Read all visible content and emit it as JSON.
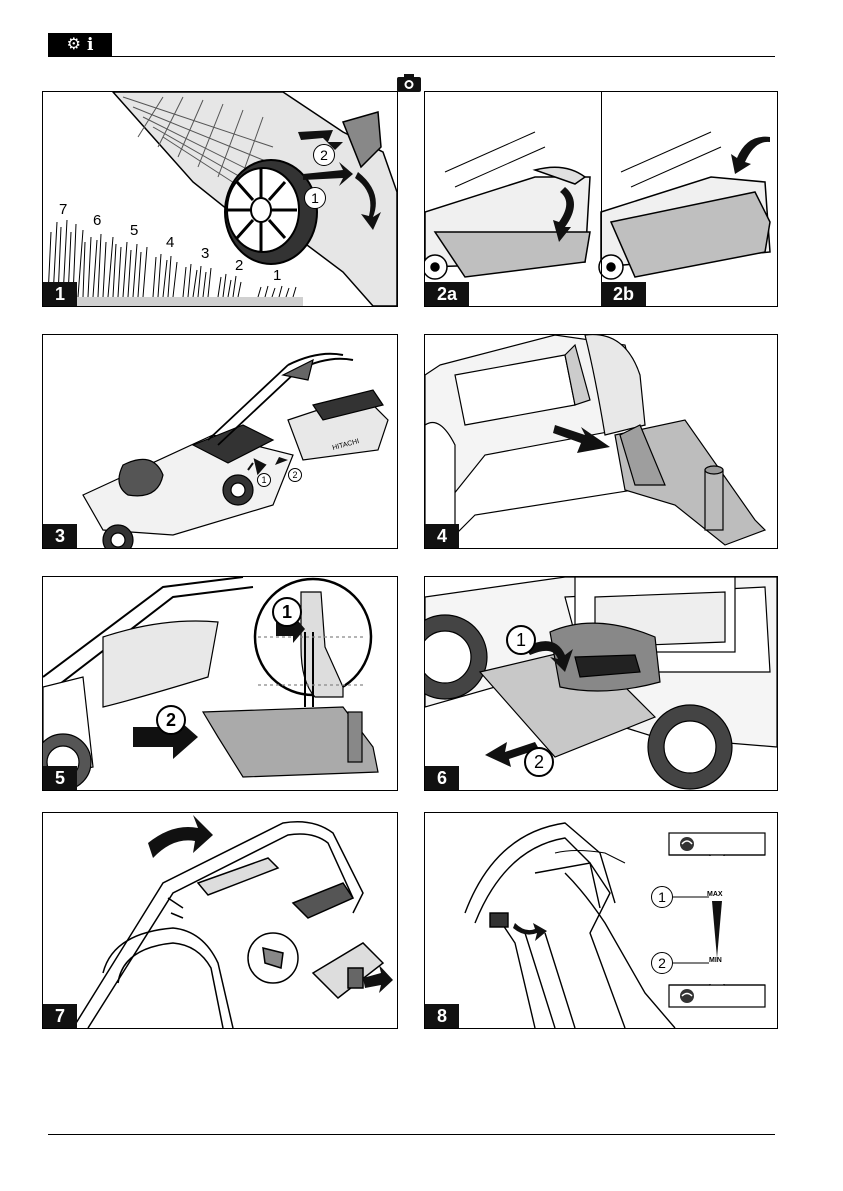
{
  "header": {
    "icons": [
      "gears-icon",
      "info-icon"
    ],
    "info_glyph": "i"
  },
  "panels": {
    "p1": {
      "label": "1",
      "grass_heights": [
        "7",
        "6",
        "5",
        "4",
        "3",
        "2",
        "1"
      ],
      "callouts": [
        "1",
        "2"
      ]
    },
    "p2": {
      "label_a": "2a",
      "label_b": "2b"
    },
    "p3": {
      "label": "3",
      "callouts": [
        "1",
        "2"
      ],
      "brand": "HITACHI"
    },
    "p4": {
      "label": "4"
    },
    "p5": {
      "label": "5",
      "callouts": [
        "1",
        "2"
      ]
    },
    "p6": {
      "label": "6",
      "callouts": [
        "1",
        "2"
      ]
    },
    "p7": {
      "label": "7"
    },
    "p8": {
      "label": "8",
      "callouts": [
        "1",
        "2"
      ],
      "max_label": "MAX",
      "min_label": "MIN"
    }
  }
}
